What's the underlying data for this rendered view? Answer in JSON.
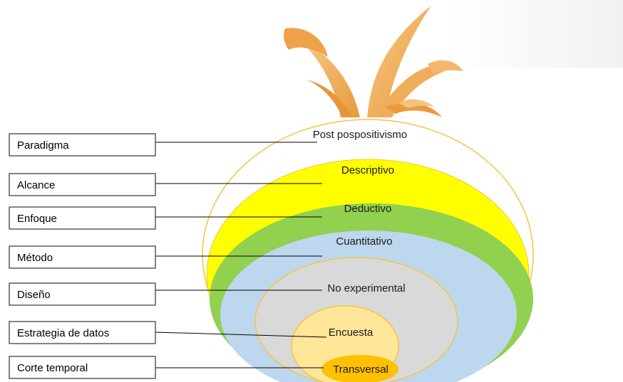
{
  "layers": [
    {
      "level": "Paradigma",
      "value": "Post pospositivismo",
      "color": "#ffffff"
    },
    {
      "level": "Alcance",
      "value": "Descriptivo",
      "color": "#ffff00"
    },
    {
      "level": "Enfoque",
      "value": "Deductivo",
      "color": "#92d050"
    },
    {
      "level": "Método",
      "value": "Cuantitativo",
      "color": "#bdd7ee"
    },
    {
      "level": "Diseño",
      "value": "No experimental",
      "color": "#d9d9d9"
    },
    {
      "level": "Estrategia de datos",
      "value": "Encuesta",
      "color": "#ffe699"
    },
    {
      "level": "Corte temporal",
      "value": "Transversal",
      "color": "#ffc000"
    }
  ],
  "colors": {
    "ring_outline": "#f4c542",
    "leaves": "#f2b15e",
    "leaves_dark": "#e08a2e",
    "box_border": "#333333"
  }
}
